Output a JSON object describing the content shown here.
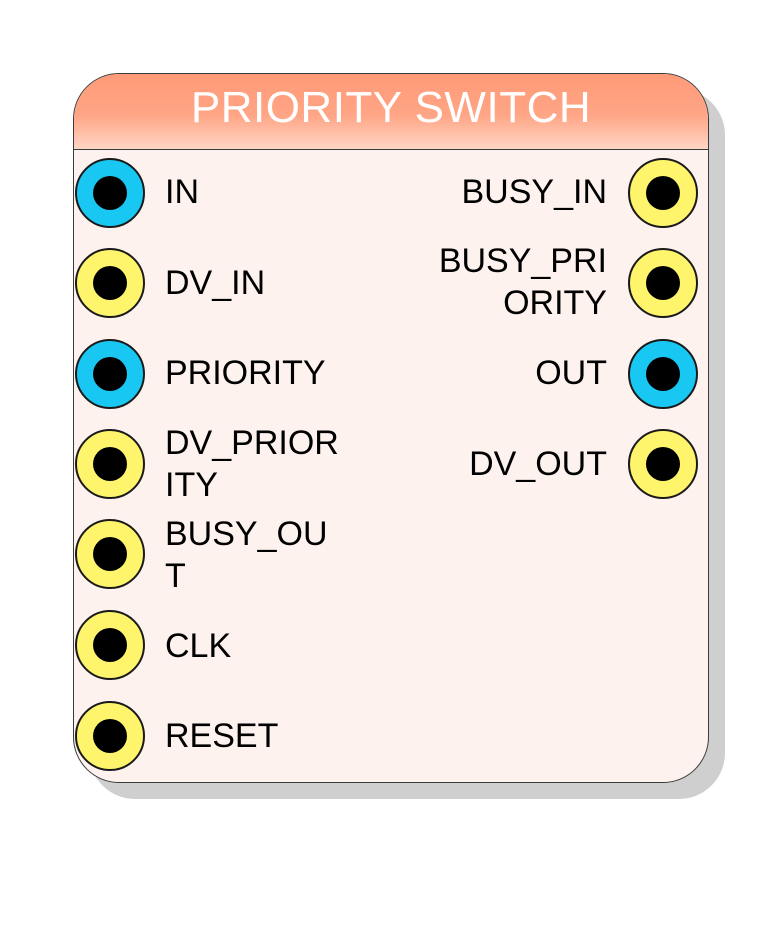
{
  "block": {
    "title": "PRIORITY SWITCH",
    "colors": {
      "header": "#ff9a78",
      "body": "#fdf2ee",
      "data_port": "#18c8f2",
      "control_port": "#fff56c"
    }
  },
  "inputs": [
    {
      "label": "IN",
      "kind": "data"
    },
    {
      "label": "DV_IN",
      "kind": "control"
    },
    {
      "label": "PRIORITY",
      "kind": "data"
    },
    {
      "label": "DV_PRIOR\nITY",
      "kind": "control"
    },
    {
      "label": "BUSY_OU\nT",
      "kind": "control"
    },
    {
      "label": "CLK",
      "kind": "control"
    },
    {
      "label": "RESET",
      "kind": "control"
    }
  ],
  "outputs": [
    {
      "label": "BUSY_IN",
      "kind": "control"
    },
    {
      "label": "BUSY_PRI\nORITY",
      "kind": "control"
    },
    {
      "label": "OUT",
      "kind": "data"
    },
    {
      "label": "DV_OUT",
      "kind": "control"
    }
  ]
}
